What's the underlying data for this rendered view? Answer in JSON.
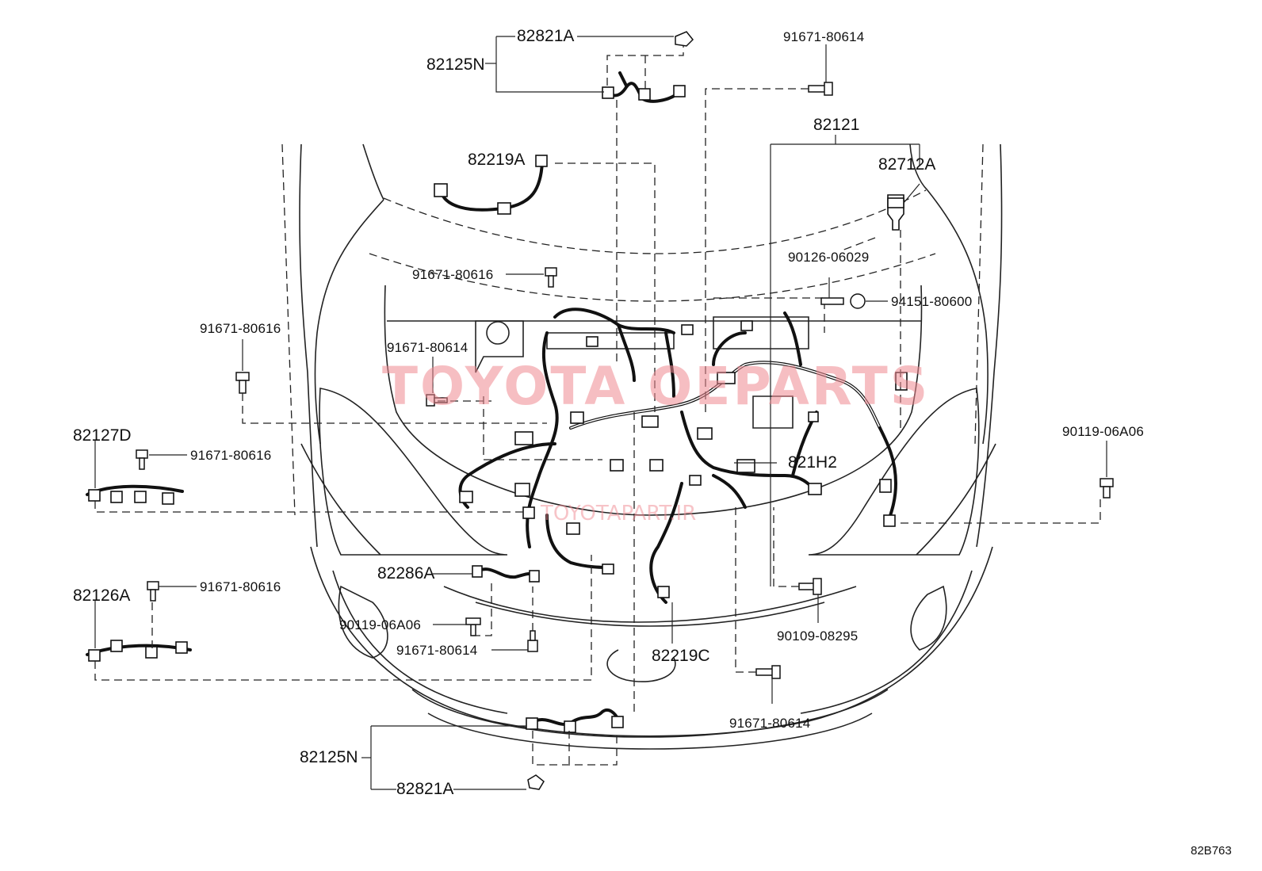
{
  "figure_code": "82B763",
  "watermark": {
    "main": "TOYOTA OEPARTS",
    "sub": "TOYOTAPART.IR"
  },
  "parts": {
    "p82821A_top": "82821A",
    "p82125N_top": "82125N",
    "p91671_80614_topright": "91671-80614",
    "p82121": "82121",
    "p82712A": "82712A",
    "p82219A": "82219A",
    "p91671_80616_a": "91671-80616",
    "p90126_06029": "90126-06029",
    "p94151_80600": "94151-80600",
    "p91671_80616_left": "91671-80616",
    "p91671_80614_mid": "91671-80614",
    "p82127D": "82127D",
    "p91671_80616_b": "91671-80616",
    "p821H2": "821H2",
    "p90119_06A06_right": "90119-06A06",
    "p82286A": "82286A",
    "p82126A": "82126A",
    "p91671_80616_c": "91671-80616",
    "p90119_06A06_low": "90119-06A06",
    "p91671_80614_low": "91671-80614",
    "p82219C": "82219C",
    "p90109_08295": "90109-08295",
    "p91671_80614_bottomright": "91671-80614",
    "p82125N_bottom": "82125N",
    "p82821A_bottom": "82821A"
  }
}
